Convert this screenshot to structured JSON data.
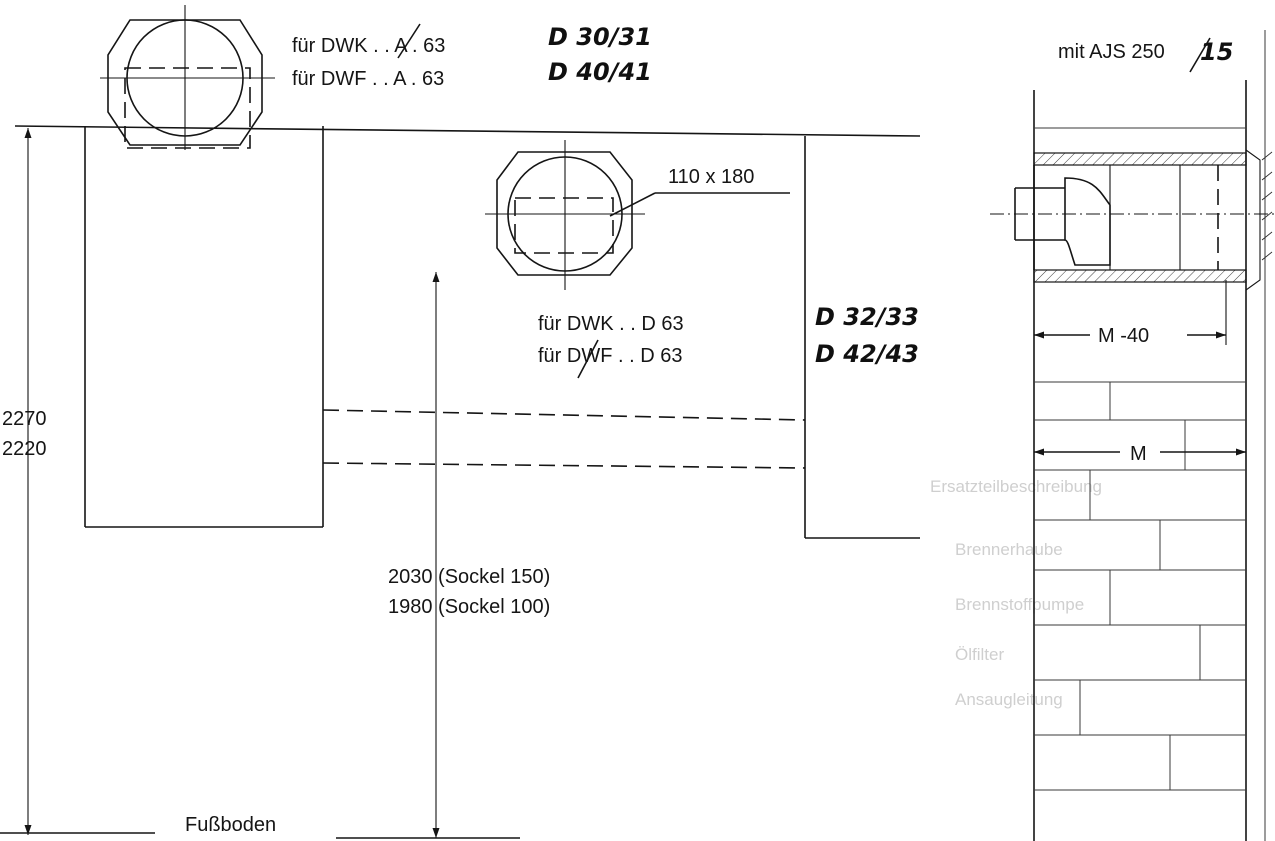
{
  "labels": {
    "top_dwk": "für DWK . . A . 63",
    "top_dwf": "für DWF . . A . 63",
    "hand_top_1": "D 30/31",
    "hand_top_2": "D 40/41",
    "opening": "110 x 180",
    "mid_dwk": "für DWK . . D 63",
    "mid_dwf": "für DWF . . D 63",
    "hand_mid_1": "D 32/33",
    "hand_mid_2": "D 42/43",
    "height_1": "2270",
    "height_2": "2220",
    "sockel_150": "2030 (Sockel 150)",
    "sockel_100": "1980 (Sockel 100)",
    "floor": "Fußboden",
    "ajs_prefix": "mit AJS 250",
    "ajs_hand": "15",
    "dim_m40": "M -40",
    "dim_m": "M"
  },
  "background_text": {
    "heading": "Ersatzteilbeschreibung",
    "items": [
      "Brennerhaube",
      "Brennstoffpumpe",
      "Ölfilter",
      "Ansaugleitung"
    ]
  }
}
